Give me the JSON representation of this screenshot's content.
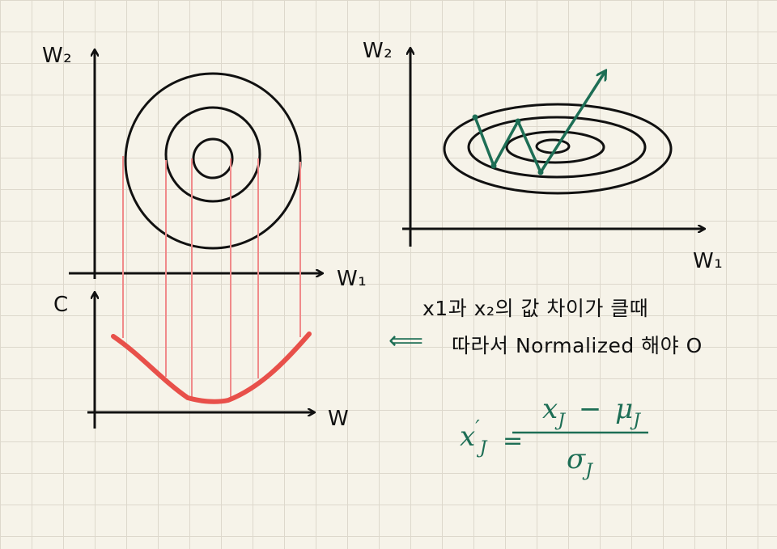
{
  "left_diagram": {
    "axis_y_label": "W₂",
    "axis_x_label": "W₁",
    "cost_axis_label": "C",
    "cost_x_label": "W"
  },
  "right_diagram": {
    "axis_y_label": "W₂",
    "axis_x_label": "W₁"
  },
  "notes": {
    "line1": "x1과 x₂의 값 차이가 클때",
    "arrow": "⟸",
    "line2": "따라서 Normalized 해야 O"
  },
  "formula": {
    "lhs_base": "x",
    "lhs_prime": "′",
    "lhs_sub": "J",
    "equals": "=",
    "num_x": "x",
    "num_x_sub": "J",
    "minus": "−",
    "num_mu": "μ",
    "num_mu_sub": "J",
    "den": "σ",
    "den_sub": "J"
  },
  "colors": {
    "ink": "#111111",
    "green": "#1d6e55",
    "red_curve": "#e8504a",
    "red_lines": "#f08a8a"
  }
}
